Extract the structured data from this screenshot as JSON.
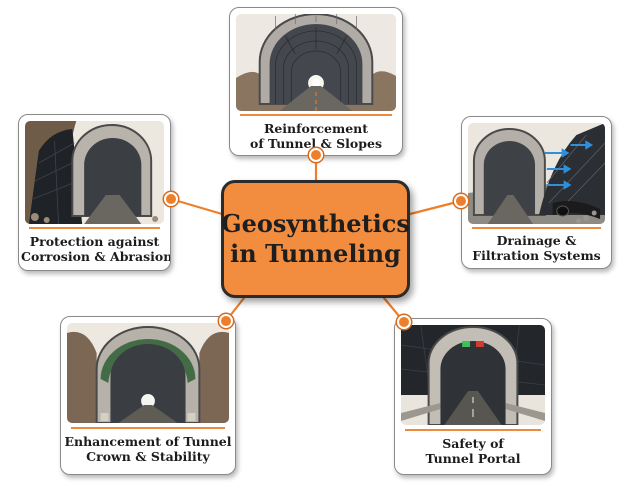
{
  "hub": {
    "lines": [
      "Geosynthetics",
      "in Tunneling"
    ]
  },
  "nodes": [
    {
      "id": "reinforcement",
      "lines": [
        "Reinforcement",
        "of Tunnel & Slopes"
      ]
    },
    {
      "id": "drainage",
      "lines": [
        "Drainage &",
        "Filtration Systems"
      ]
    },
    {
      "id": "protection",
      "lines": [
        "Protection against",
        "Corrosion & Abrasion"
      ]
    },
    {
      "id": "enhancement",
      "lines": [
        "Enhancement of Tunnel",
        "Crown & Stability"
      ]
    },
    {
      "id": "safety",
      "lines": [
        "Safety of",
        "Tunnel Portal"
      ]
    }
  ],
  "colors": {
    "hub": "#f28c3f",
    "accent": "#ee7f2a",
    "connector": "#ee7f2a",
    "border": "#2b2b2b"
  }
}
